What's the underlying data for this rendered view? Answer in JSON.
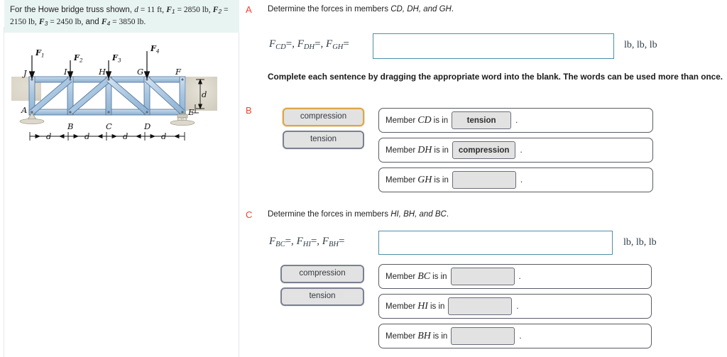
{
  "problem": {
    "intro": "For the Howe bridge truss shown,",
    "d_symbol": "d",
    "d_value": "11 ft",
    "f1_symbol": "F",
    "f1_sub": "1",
    "f1_value": "2850 lb",
    "f2_symbol": "F",
    "f2_sub": "2",
    "f2_value": "2150 lb",
    "f3_symbol": "F",
    "f3_sub": "3",
    "f3_value": "2450 lb",
    "and_word": "and",
    "f4_symbol": "F",
    "f4_sub": "4",
    "f4_value": "3850 lb",
    "background_color": "#e8f4f2"
  },
  "figure": {
    "name": "howe-bridge-truss-diagram",
    "member_fill": "#a9c6e0",
    "member_stroke": "#4a6f96",
    "ground_fill": "#d8d4c8",
    "top_nodes": [
      "J",
      "I",
      "H",
      "G",
      "F"
    ],
    "bottom_nodes": [
      "A",
      "B",
      "C",
      "D",
      "E"
    ],
    "loads": [
      "F1",
      "F2",
      "F3",
      "F4"
    ],
    "load_labels": [
      {
        "text": "F",
        "sub": "1"
      },
      {
        "text": "F",
        "sub": "2"
      },
      {
        "text": "F",
        "sub": "3"
      },
      {
        "text": "F",
        "sub": "4"
      }
    ],
    "span_labels": [
      "d",
      "d",
      "d",
      "d"
    ],
    "height_label": "d"
  },
  "parts": {
    "a": {
      "letter": "A",
      "prompt_lead": "Determine the forces in members ",
      "prompt_members": "CD, DH, and GH",
      "prompt_tail": ".",
      "formula": [
        {
          "sym": "F",
          "sub": "CD",
          "eq": "=,"
        },
        {
          "sym": "F",
          "sub": "DH",
          "eq": "=,"
        },
        {
          "sym": "F",
          "sub": "GH",
          "eq": "="
        }
      ],
      "answer_value": "",
      "units": "lb, lb, lb",
      "helper_text": "Complete each sentence by dragging the appropriate word into the blank. The words can be used more than once."
    },
    "b": {
      "letter": "B",
      "chips": [
        {
          "label": "compression",
          "highlight": true
        },
        {
          "label": "tension",
          "highlight": false
        }
      ],
      "sentences": [
        {
          "lead": "Member",
          "member": "CD",
          "mid": "is in",
          "answer": "tension",
          "filled": true,
          "period": "."
        },
        {
          "lead": "Member",
          "member": "DH",
          "mid": "is in",
          "answer": "compression",
          "filled": true,
          "period": "."
        },
        {
          "lead": "Member",
          "member": "GH",
          "mid": "is in",
          "answer": "",
          "filled": false,
          "period": "."
        }
      ]
    },
    "c": {
      "letter": "C",
      "prompt_lead": "Determine the forces in members ",
      "prompt_members": "HI, BH, and BC",
      "prompt_tail": ".",
      "formula": [
        {
          "sym": "F",
          "sub": "BC",
          "eq": "=,"
        },
        {
          "sym": "F",
          "sub": "HI",
          "eq": "=,"
        },
        {
          "sym": "F",
          "sub": "BH",
          "eq": "="
        }
      ],
      "answer_value": "",
      "units": "lb, lb, lb",
      "chips": [
        {
          "label": "compression",
          "highlight": false
        },
        {
          "label": "tension",
          "highlight": false
        }
      ],
      "sentences": [
        {
          "lead": "Member",
          "member": "BC",
          "mid": "is in",
          "answer": "",
          "filled": false,
          "period": "."
        },
        {
          "lead": "Member",
          "member": "HI",
          "mid": "is in",
          "answer": "",
          "filled": false,
          "period": "."
        },
        {
          "lead": "Member",
          "member": "BH",
          "mid": "is in",
          "answer": "",
          "filled": false,
          "period": "."
        }
      ]
    }
  },
  "colors": {
    "part_letter": "#ef4136",
    "answer_border": "#4e8fa8",
    "chip_bg": "#e2e2e2",
    "chip_border": "#7b8091",
    "chip_highlight_border": "#dca64a",
    "sentence_border": "#585c66"
  }
}
